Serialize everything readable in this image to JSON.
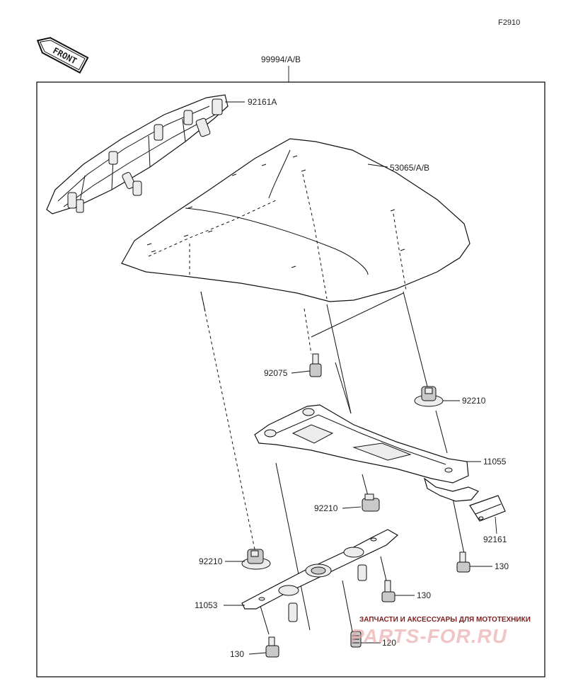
{
  "figure": {
    "ref": "F2910",
    "assembly": "99994/A/B"
  },
  "front_badge": "FRONT",
  "callouts": {
    "rack": "92161A",
    "cover": "53065/A/B",
    "screw": "92075",
    "grommet_right": "92210",
    "bracket_top": "11055",
    "grommet_mid": "92210",
    "pad": "92161",
    "bolt_right": "130",
    "grommet_left": "92210",
    "bolt_mid": "130",
    "bracket_bottom": "11053",
    "bolt_left": "130",
    "bolt_center": "120"
  },
  "watermark": {
    "tagline": "ЗАПЧАСТИ И АКСЕССУАРЫ ДЛЯ МОТОТЕХНИКИ",
    "logo": "PARTS-FOR.RU"
  }
}
